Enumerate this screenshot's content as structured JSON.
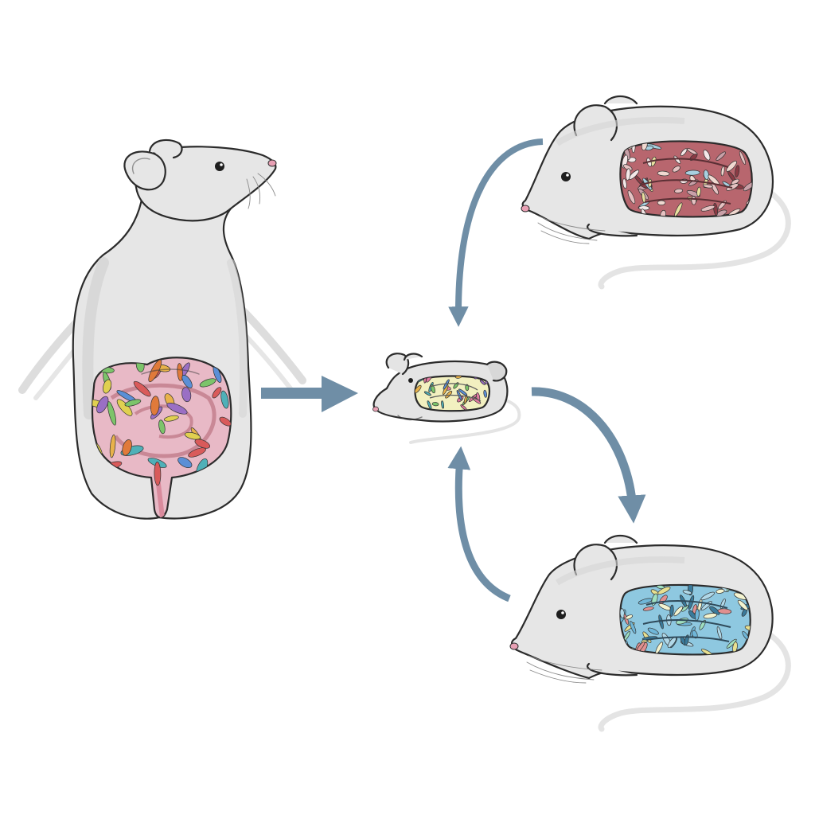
{
  "colors": {
    "background": "#ffffff",
    "body_fill": "#e6e6e6",
    "body_shade": "#d2d2d2",
    "outline": "#2b2b2b",
    "arrow": "#6f8ea6",
    "gut_diverse_bg": "#e8b9c6",
    "gut_red_bg": "#b8666e",
    "gut_blue_bg": "#8ec8e0",
    "nose": "#e8a0b4"
  },
  "icons": [
    "upright-rodent-donor",
    "diverse-gut-microbiota",
    "transfer-arrow",
    "small-recipient-mouse",
    "mouse-with-red-gut",
    "mouse-with-blue-gut",
    "cycle-arrow"
  ]
}
